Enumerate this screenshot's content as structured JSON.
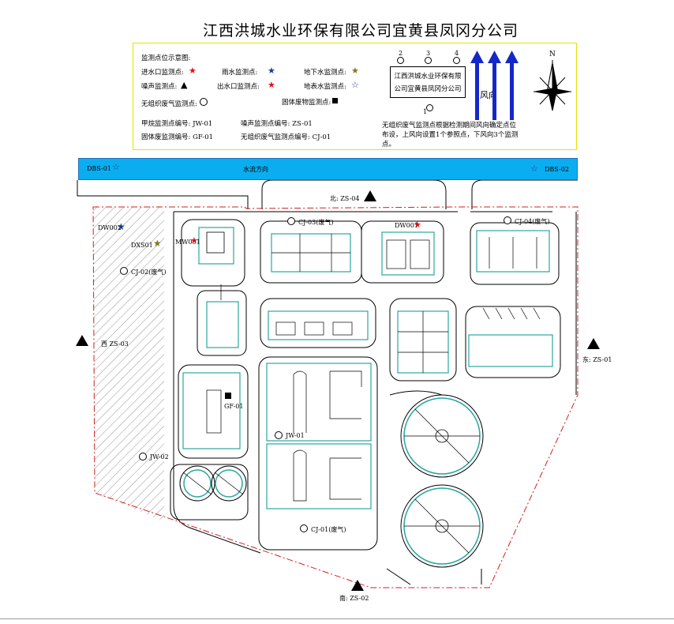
{
  "title": "江西洪城水业环保有限公司宜黄县凤冈分公司",
  "legend": {
    "heading": "监测点位示意图:",
    "inlet": "进水口监测点:",
    "rain": "雨水监测点:",
    "groundwater": "地下水监测点:",
    "noise": "噪声监测点:",
    "outlet": "出水口监测点:",
    "surface": "地表水监测点:",
    "gas": "无组织废气监测点:",
    "solid": "固体废物监测点:",
    "code_jw": "甲烷监测点编号:    JW-01",
    "code_zs": "噪声监测点编号:  ZS-01",
    "code_gf": "固体废监测编号:   GF-01",
    "code_cj": "无组织废气监测点编号:   CJ-01"
  },
  "wind_panel": {
    "plant_line1": "江西洪城水业环保有限",
    "plant_line2": "公司宜黄县凤冈分公司",
    "pt2": "2",
    "pt3": "3",
    "pt4": "4",
    "pt1": "1",
    "wind_label": "风向",
    "north": "N",
    "note_line1": "无组织废气监测点根据检测期间风向确定点位",
    "note_line2": "布设，上风向设置1个参照点，下风向3个监测",
    "note_line3": "点。"
  },
  "river": {
    "flow_label": "水流方向",
    "dbs01": "DBS-01",
    "dbs02": "DBS-02"
  },
  "points": {
    "north_noise": "北:  ZS-04",
    "west_noise": "西   ZS-03",
    "east_noise": "东:  ZS-01",
    "south_noise": "南:  ZS-02",
    "cj03": "CJ-03(废气)",
    "cj04": "CJ-04(废气)",
    "cj02": "CJ-02(废气)",
    "cj01": "CJ-01(废气)",
    "dw001": "DW001",
    "mw001": "MW001",
    "dw002": "DW002",
    "dxs01": "DXS01",
    "gf01": "GF-01",
    "jw01": "JW-01",
    "jw02": "JW-02"
  },
  "colors": {
    "river": "#0aaef0",
    "inlet_star": "#e01010",
    "wind_arrow": "#1428c8",
    "boundary": "#d02020",
    "building_outline": "#2aa6a0"
  }
}
